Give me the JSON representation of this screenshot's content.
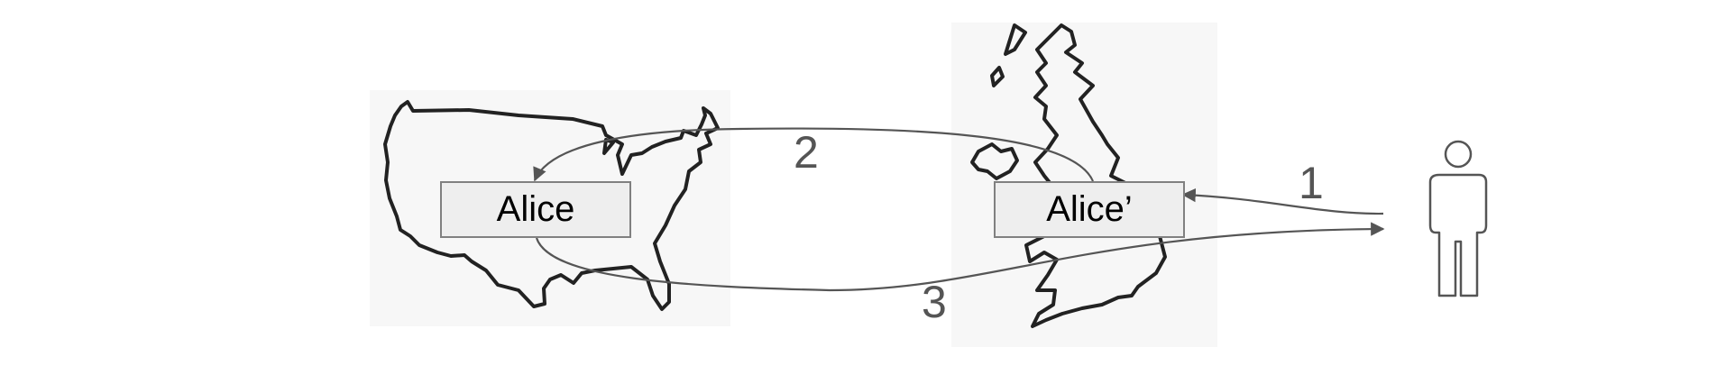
{
  "nodes": {
    "us_label": "Alice",
    "uk_label": "Alice’"
  },
  "steps": {
    "step1": "1",
    "step2": "2",
    "step3": "3"
  },
  "icons": {
    "us_map": "usa-outline-map-icon",
    "uk_map": "uk-outline-map-icon",
    "user": "person-outline-icon"
  },
  "colors": {
    "arrow": "#555555",
    "box_fill": "#eeeeee",
    "box_border": "#808080",
    "map_stroke": "#222222",
    "map_background": "#f7f7f7"
  }
}
